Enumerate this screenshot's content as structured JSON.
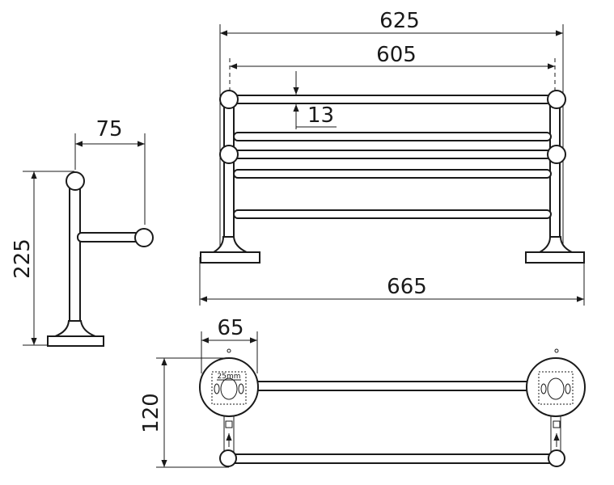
{
  "dimensions": {
    "overall_width": "625",
    "rail_spacing": "605",
    "tube_diameter": "13",
    "base_width": "665",
    "side_depth": "75",
    "height": "225",
    "flange_diameter": "65",
    "plan_depth": "120",
    "hole_spacing": "25mm"
  },
  "colors": {
    "line": "#1a1a1a",
    "background": "#ffffff"
  }
}
